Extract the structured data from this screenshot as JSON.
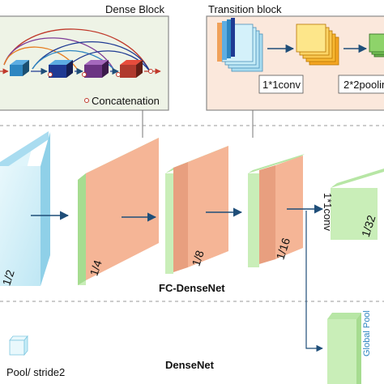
{
  "dense_block": {
    "title": "Dense Block",
    "legend_label": "Concatenation"
  },
  "transition_block": {
    "title": "Transition block",
    "conv_label": "1*1conv",
    "pool_label": "2*2pooling"
  },
  "fc_densenet": {
    "title": "FC-DenseNet",
    "stages": [
      "1/2",
      "1/4",
      "1/8",
      "1/16",
      "1/32"
    ],
    "last_conv_label": "1*1conv"
  },
  "densenet": {
    "title": "DenseNet",
    "global_pool_label": "Global Pool",
    "legend_label": "Pool/ stride2"
  },
  "colors": {
    "arrow": "#1f4e79",
    "salmon": "#f5b596",
    "light_green": "#c9eeb8",
    "ice_blue": "#c6ecf7",
    "inset_border": "#8a8a8a",
    "transition_bg": "#fbe8dc",
    "dense_bg": "#eef3e6"
  }
}
